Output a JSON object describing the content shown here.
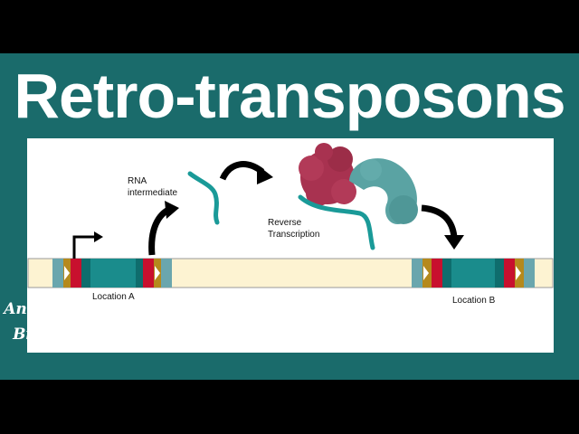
{
  "title": "Retro-transposons",
  "labels": {
    "rna_intermediate_line1": "RNA",
    "rna_intermediate_line2": "intermediate",
    "reverse_transcription_line1": "Reverse",
    "reverse_transcription_line2": "Transcription",
    "location_a": "Location A",
    "location_b": "Location B"
  },
  "logo": {
    "line1": "Animated",
    "line2": "Biology"
  },
  "colors": {
    "frame": "#1a6b6b",
    "dna_strand": "#fdf3d2",
    "transposon_teal": "#1a8c8c",
    "ltr_red": "#c8102e",
    "ltr_gold": "#b5891c",
    "enzyme_red": "#a83250",
    "enzyme_teal": "#5aa3a3"
  }
}
